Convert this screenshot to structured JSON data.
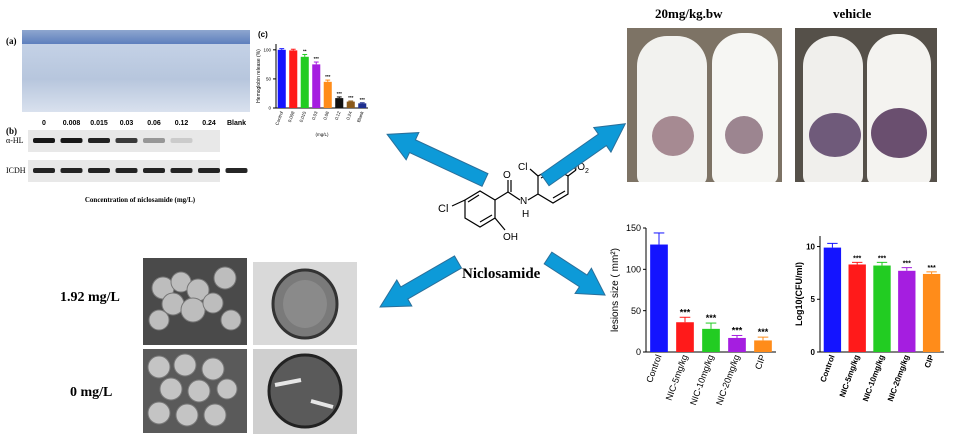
{
  "panel_a": {
    "label": "(a)"
  },
  "panel_b": {
    "label": "(b)",
    "concentrations": [
      "0",
      "0.008",
      "0.015",
      "0.03",
      "0.06",
      "0.12",
      "0.24",
      "Blank"
    ],
    "band1_label": "α-HL",
    "band2_label": "ICDH",
    "band1_intensity": [
      0.9,
      0.9,
      0.85,
      0.75,
      0.35,
      0.12,
      0,
      0
    ],
    "band2_intensity": [
      0.85,
      0.85,
      0.85,
      0.85,
      0.85,
      0.85,
      0.85,
      0.85
    ],
    "xlabel": "Concentration of niclosamide (mg/L)"
  },
  "molecule": {
    "name": "Niclosamide",
    "atoms": {
      "cl_left": "Cl",
      "cl_right": "Cl",
      "o": "O",
      "n": "N",
      "h": "H",
      "no2": "NO",
      "no2_sub": "2",
      "oh": "OH"
    }
  },
  "mice": {
    "label_treated": "20mg/kg.bw",
    "label_vehicle": "vehicle"
  },
  "sem": {
    "label_top": "1.92 mg/L",
    "label_bottom": "0 mg/L"
  },
  "colors": {
    "arrow": "#0d9ad8",
    "blue": "#1414ff",
    "red": "#ff1a1a",
    "green": "#22cc22",
    "purple": "#a51ee0",
    "orange": "#ff8c1a"
  },
  "chart_data": [
    {
      "id": "hemolysis",
      "panel_label": "(c)",
      "type": "bar",
      "ylabel": "Hemoglobin release (%)",
      "xlabel": "(mg/L)",
      "categories": [
        "Control",
        "0.008",
        "0.015",
        "0.03",
        "0.06",
        "0.12",
        "0.24",
        "Blank"
      ],
      "values": [
        100,
        99,
        88,
        75,
        45,
        17,
        11,
        8
      ],
      "errors": [
        2,
        2,
        4,
        4,
        3,
        2,
        1,
        1
      ],
      "significance": [
        "",
        "",
        "**",
        "***",
        "***",
        "***",
        "***",
        "***"
      ],
      "bar_colors": [
        "#1414ff",
        "#ff1a1a",
        "#22cc22",
        "#a51ee0",
        "#ff8c1a",
        "#111111",
        "#8b5a1a",
        "#1e2f8f"
      ],
      "yticks": [
        0,
        50,
        100
      ],
      "ylim": [
        0,
        110
      ]
    },
    {
      "id": "lesions",
      "type": "bar",
      "ylabel": "lesions size ( mm²)",
      "categories": [
        "Control",
        "NIC-5mg/kg",
        "NIC-10mg/kg",
        "NIC-20mg/kg",
        "CIP"
      ],
      "values": [
        130,
        36,
        28,
        17,
        14
      ],
      "errors": [
        14,
        6,
        7,
        3,
        4
      ],
      "significance": [
        "",
        "***",
        "***",
        "***",
        "***"
      ],
      "bar_colors": [
        "#1414ff",
        "#ff1a1a",
        "#22cc22",
        "#a51ee0",
        "#ff8c1a"
      ],
      "yticks": [
        0,
        50,
        100,
        150
      ],
      "ylim": [
        0,
        150
      ]
    },
    {
      "id": "cfu",
      "type": "bar",
      "ylabel": "Log10(CFU/ml)",
      "categories": [
        "Control",
        "NIC-5mg/kg",
        "NIC-10mg/kg",
        "NIC-20mg/kg",
        "CIP"
      ],
      "values": [
        9.9,
        8.3,
        8.2,
        7.7,
        7.4
      ],
      "errors": [
        0.4,
        0.2,
        0.3,
        0.3,
        0.2
      ],
      "significance": [
        "",
        "***",
        "***",
        "***",
        "***"
      ],
      "bar_colors": [
        "#1414ff",
        "#ff1a1a",
        "#22cc22",
        "#a51ee0",
        "#ff8c1a"
      ],
      "yticks": [
        0,
        5,
        10
      ],
      "ylim": [
        0,
        11
      ]
    }
  ]
}
